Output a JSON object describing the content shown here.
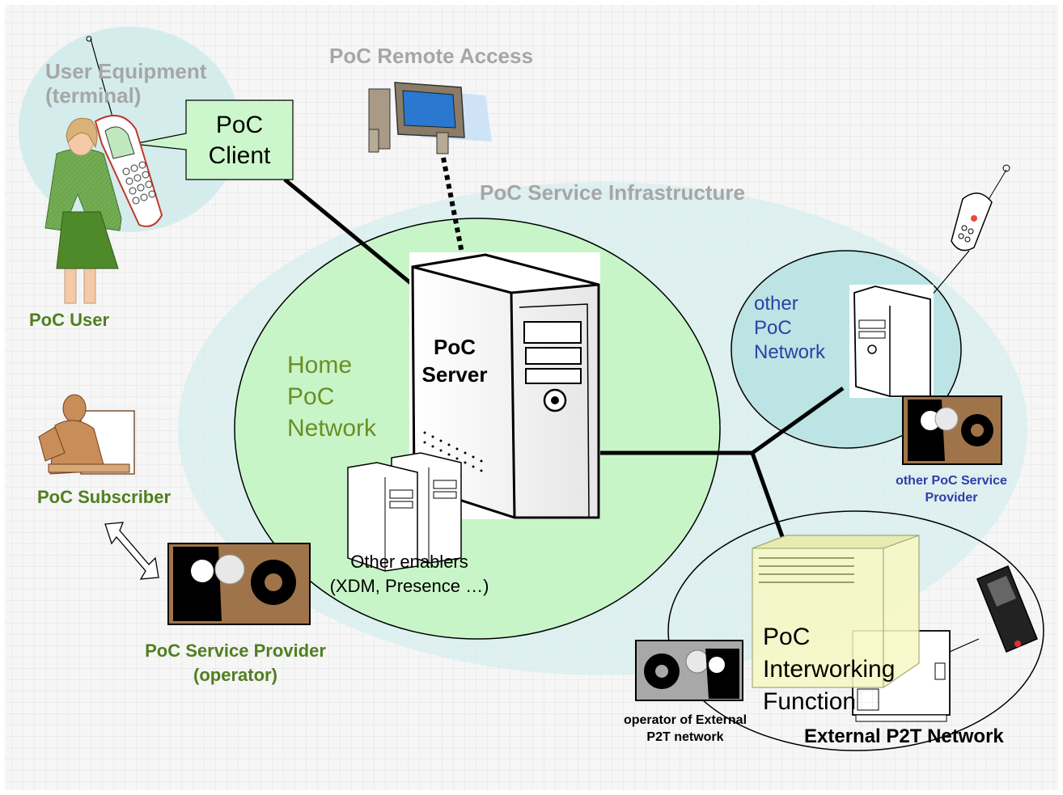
{
  "labels": {
    "user_equipment": "User Equipment\n(terminal)",
    "poc_client": "PoC\nClient",
    "poc_remote_access": "PoC Remote Access",
    "poc_service_infrastructure": "PoC Service Infrastructure",
    "poc_user": "PoC User",
    "home_poc_network": "Home\nPoC\nNetwork",
    "poc_server": "PoC\nServer",
    "other_poc_network": "other\nPoC\nNetwork",
    "other_poc_service_provider": "other PoC Service\nProvider",
    "poc_subscriber": "PoC Subscriber",
    "other_enablers": "Other enablers\n(XDM, Presence …)",
    "poc_service_provider": "PoC Service Provider\n(operator)",
    "poc_interworking_function": "PoC\nInterworking\nFunction",
    "operator_external": "operator of External\nP2T network",
    "external_p2t_network": "External P2T Network"
  },
  "colors": {
    "background": "#f6f6f6",
    "infrastructure_ellipse": "#dcefef",
    "home_network": "#c8f5c8",
    "user_equipment_ellipse": "#d5ecec",
    "other_network": "#bde4e4",
    "label_gray": "#a6a6a6",
    "label_green": "#4f7f1f",
    "label_blue": "#2e3da8",
    "client_box": "#ccf7cc",
    "iwf_box": "#f6f8c4"
  },
  "icons": [
    "server-icon",
    "computer-icon",
    "mobile-phone-icon",
    "person-icon",
    "service-provider-gear-icon",
    "bidirectional-arrow-icon"
  ]
}
